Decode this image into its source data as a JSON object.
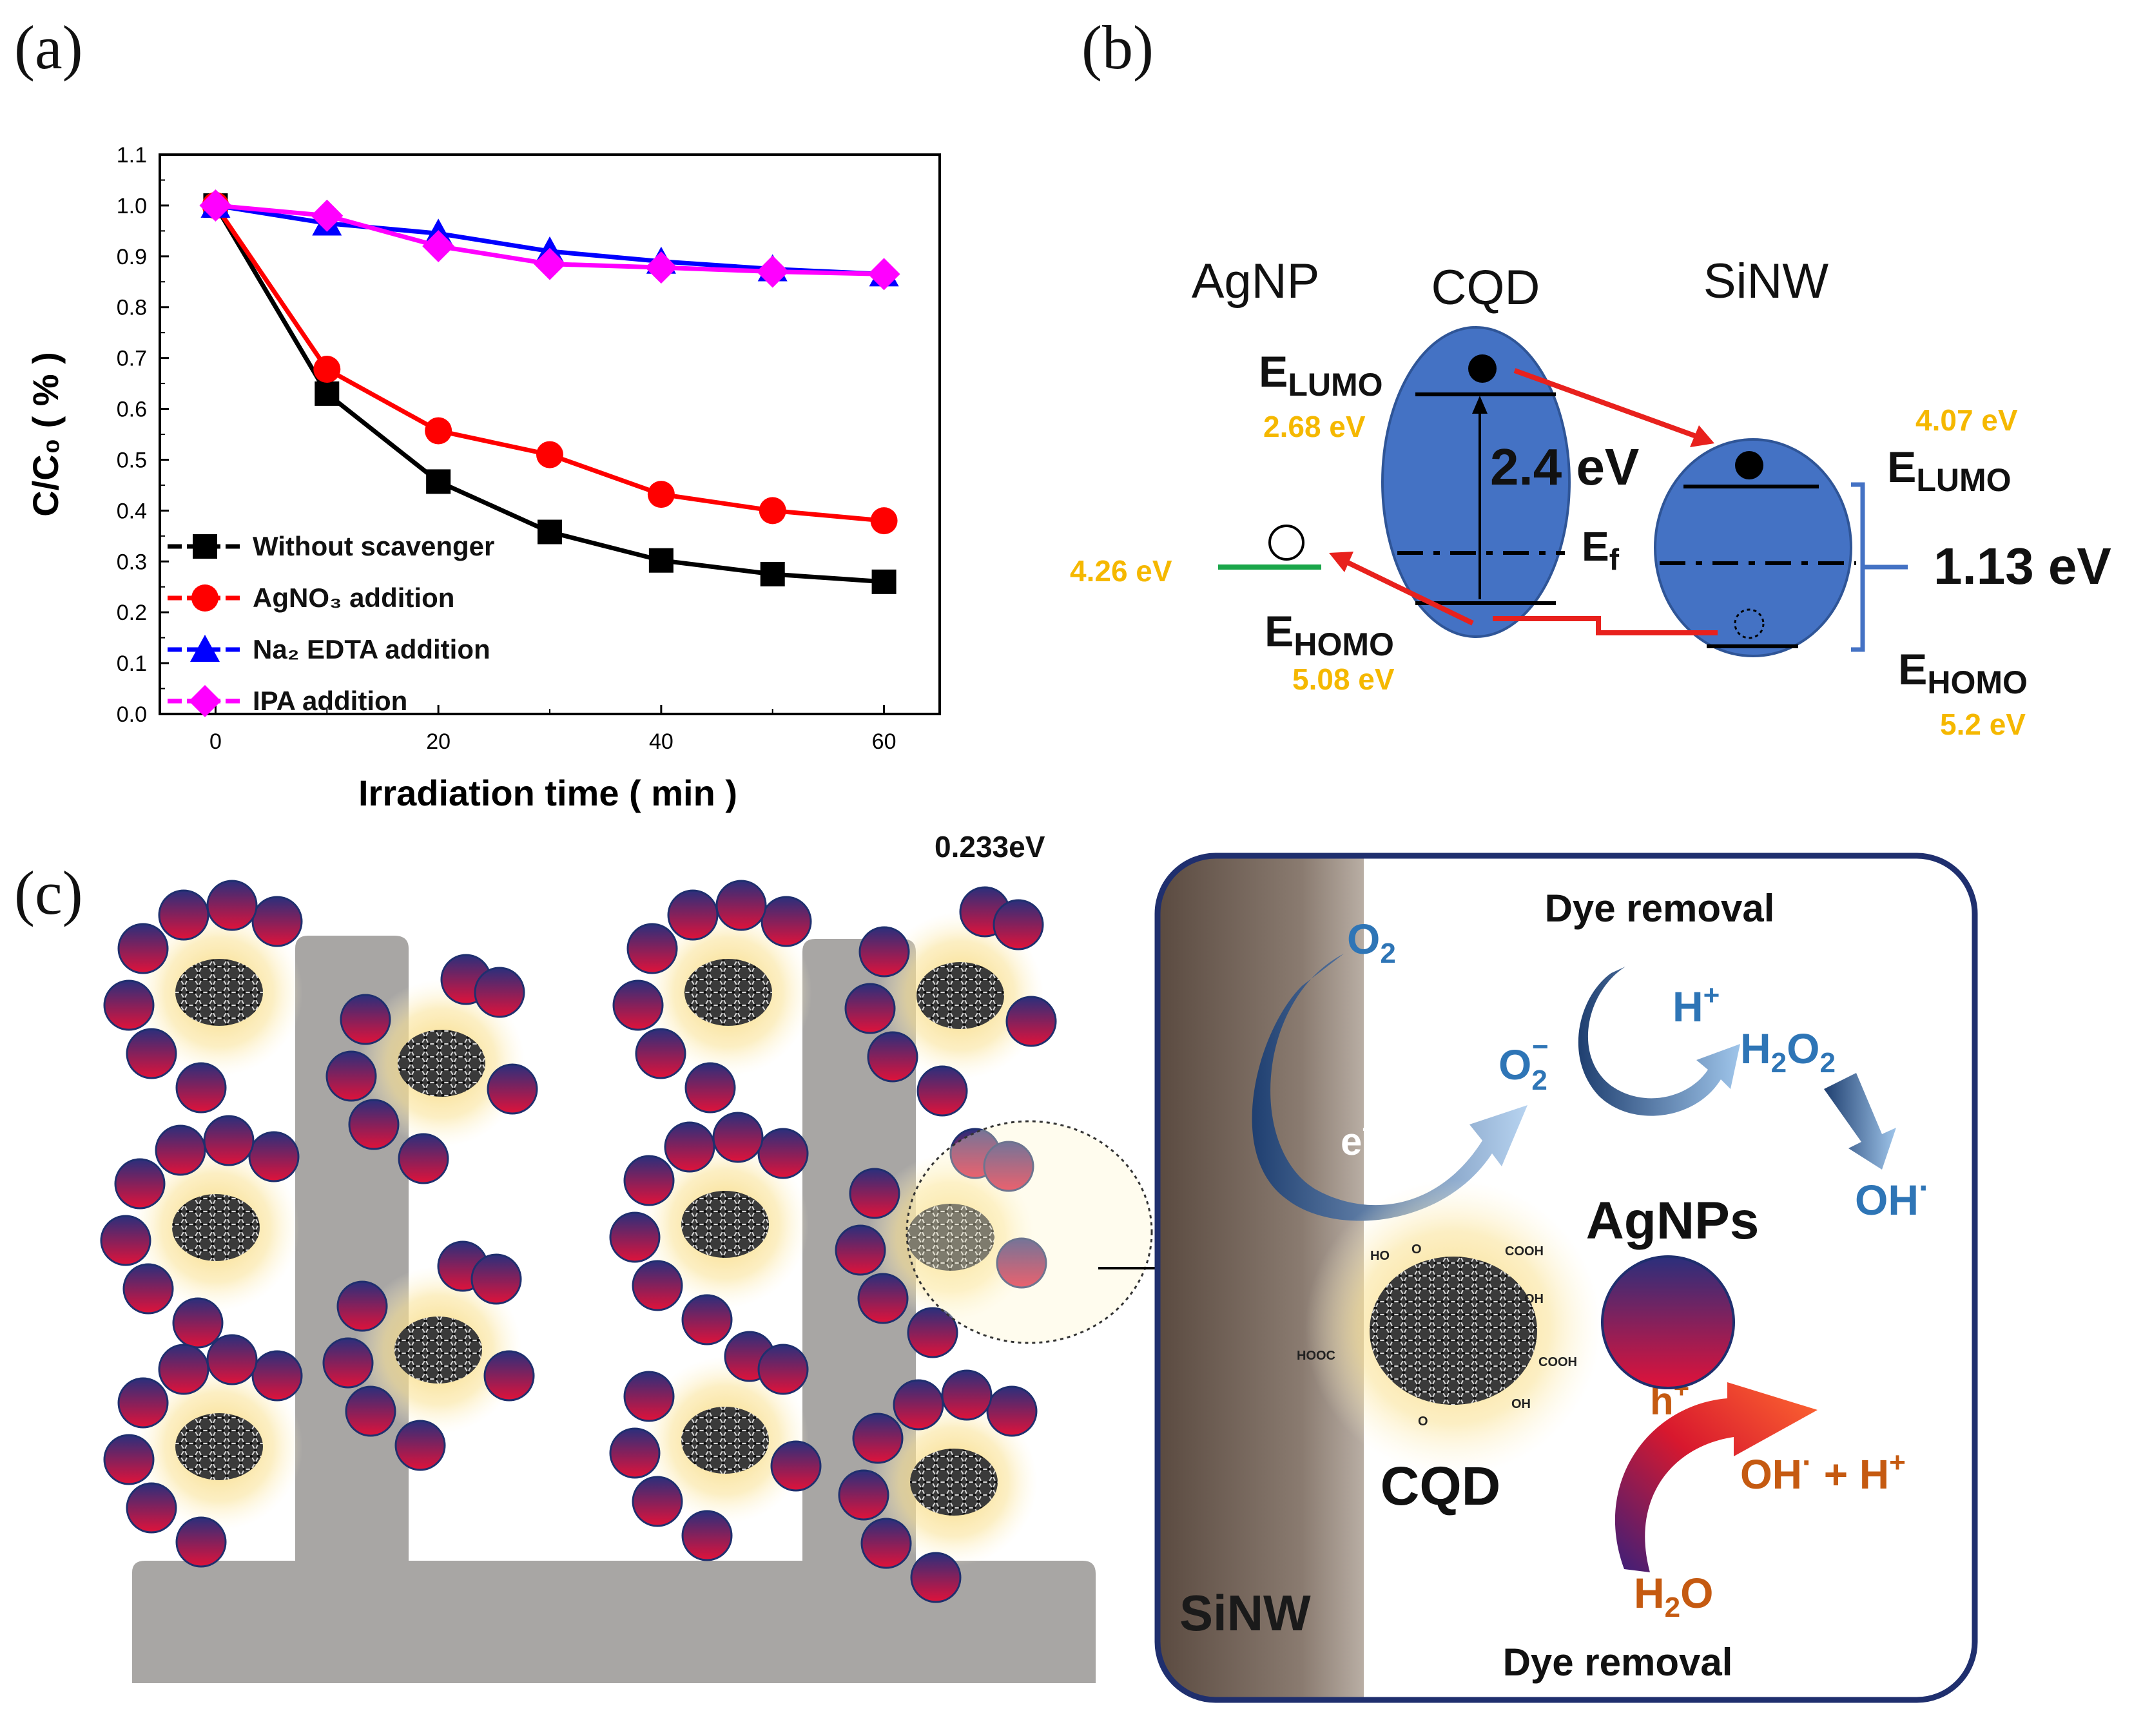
{
  "panels": {
    "a": "(a)",
    "b": "(b)",
    "c": "(c)"
  },
  "chart_data": {
    "type": "line",
    "x": [
      0,
      10,
      20,
      30,
      40,
      50,
      60
    ],
    "xlim": [
      -5,
      65
    ],
    "ylim": [
      0.0,
      1.1
    ],
    "xticks": [
      "0",
      "20",
      "40",
      "60"
    ],
    "xtick_values": [
      0,
      20,
      40,
      60
    ],
    "yticks": [
      "0.0",
      "0.1",
      "0.2",
      "0.3",
      "0.4",
      "0.5",
      "0.6",
      "0.7",
      "0.8",
      "0.9",
      "1.0",
      "1.1"
    ],
    "xlabel": "Irradiation time ( min )",
    "ylabel": "C/C₀ ( % )",
    "series": [
      {
        "name": "Without scavenger",
        "color": "#000000",
        "marker": "square",
        "values": [
          1.0,
          0.63,
          0.457,
          0.358,
          0.302,
          0.275,
          0.26
        ]
      },
      {
        "name": "AgNO₃ addition",
        "color": "#ff0000",
        "marker": "circle",
        "values": [
          1.0,
          0.678,
          0.557,
          0.51,
          0.432,
          0.4,
          0.38
        ]
      },
      {
        "name": "Na₂ EDTA addition",
        "color": "#0000ff",
        "marker": "triangle",
        "values": [
          1.0,
          0.965,
          0.945,
          0.91,
          0.89,
          0.875,
          0.865
        ]
      },
      {
        "name": "IPA addition",
        "color": "#ff00ff",
        "marker": "diamond",
        "values": [
          1.0,
          0.98,
          0.92,
          0.885,
          0.878,
          0.87,
          0.865
        ]
      }
    ]
  },
  "energy_diagram": {
    "labels": {
      "agnp": "AgNP",
      "cqd": "CQD",
      "sinw": "SiNW"
    },
    "e_lumo": "E",
    "lumo_sub": "LUMO",
    "e_homo": "E",
    "homo_sub": "HOMO",
    "ef": "E",
    "ef_sub": "f",
    "values": {
      "agnp": "4.26 eV",
      "cqd_lumo": "2.68 eV",
      "cqd_homo": "5.08 eV",
      "cqd_gap": "2.4 eV",
      "sinw_lumo": "4.07 eV",
      "sinw_homo": "5.2 eV",
      "sinw_gap": "1.13 eV",
      "offset": "0.233eV"
    },
    "colors": {
      "sphere": "#4472c4",
      "value": "#f5b800",
      "agnp_line": "#1aa64a",
      "arrow": "#e8211d",
      "bracket": "#4472c4"
    }
  },
  "mechanism": {
    "sinw": "SiNW",
    "cqd": "CQD",
    "agnps": "AgNPs",
    "dye_removal_top": "Dye removal",
    "dye_removal_bottom": "Dye removal",
    "o2": "O",
    "o2_sub": "2",
    "o2m": "O",
    "o2m_sub": "2",
    "o2m_sup": "−",
    "hplus": "H",
    "hplus_sup": "+",
    "h2o2_a": "H",
    "h2o2_b": "2",
    "h2o2_c": "O",
    "h2o2_d": "2",
    "oh": "OH",
    "oh_sup": "·",
    "electron": "e",
    "electron_sup": "−",
    "hole": "h",
    "hole_sup": "+",
    "oh_h_a": "OH",
    "oh_h_b": "·",
    "oh_h_c": " + H",
    "oh_h_d": "+",
    "h2o_a": "H",
    "h2o_b": "2",
    "h2o_c": "O",
    "cqd_groups": [
      "HO",
      "O",
      "COOH",
      "OH",
      "HOOC",
      "COOH",
      "OH",
      "O"
    ],
    "colors": {
      "blue_text": "#2e75b6",
      "orange_text": "#c55a11",
      "frame": "#1f2f6e"
    }
  }
}
